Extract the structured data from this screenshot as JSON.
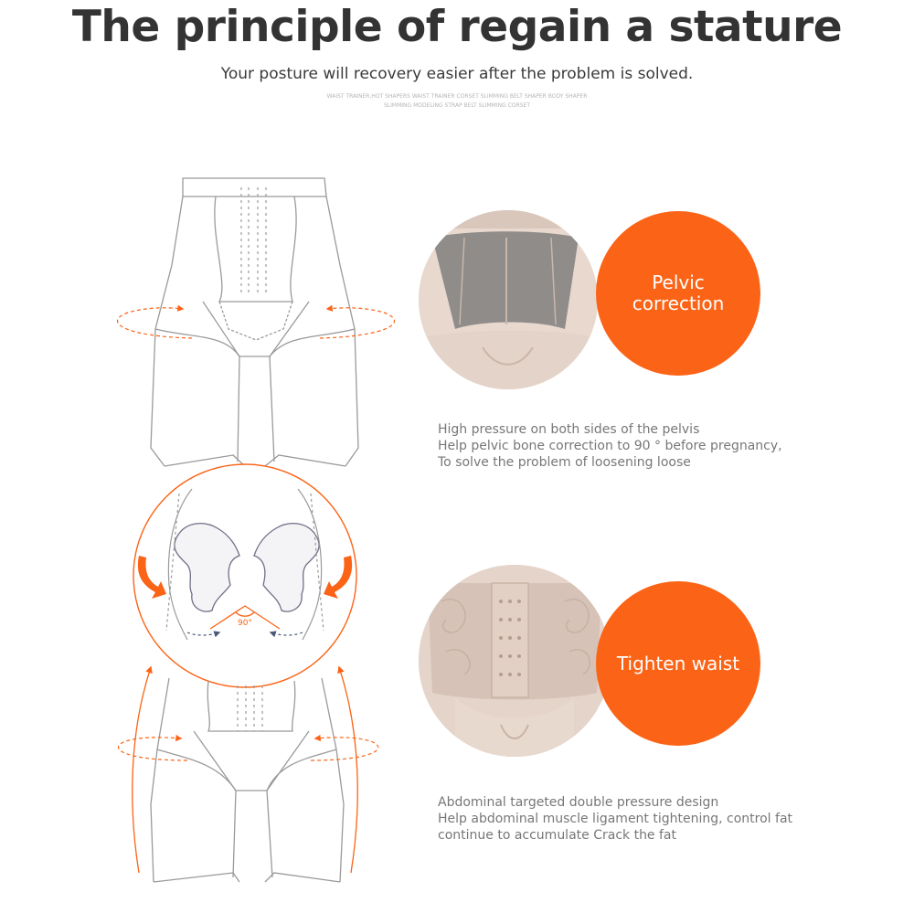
{
  "header": {
    "title": "The principle of regain a stature",
    "subtitle": "Your posture will recovery easier after the problem is solved.",
    "keywords_line1": "WAIST TRAINER,HOT SHAPERS WAIST TRAINER CORSET SLIMMING BELT SHAPER BODY SHAPER",
    "keywords_line2": "SLIMMING MODELING STRAP BELT SLIMMING CORSET"
  },
  "diagram": {
    "angle_label": "90°"
  },
  "features": [
    {
      "badge_line1": "Pelvic",
      "badge_line2": "correction",
      "desc": [
        "High pressure on both sides of the pelvis",
        "Help pelvic bone correction to 90 ° before pregnancy,",
        "To solve the problem of loosening loose"
      ]
    },
    {
      "badge_line1": "Tighten waist",
      "desc": [
        "Abdominal targeted double pressure design",
        "Help abdominal muscle ligament tightening, control fat",
        "continue to accumulate Crack the fat"
      ]
    }
  ],
  "colors": {
    "accent": "#fb6316",
    "line_art": "#9a9a9a",
    "title": "#333333",
    "skin": "#eadbd2"
  }
}
